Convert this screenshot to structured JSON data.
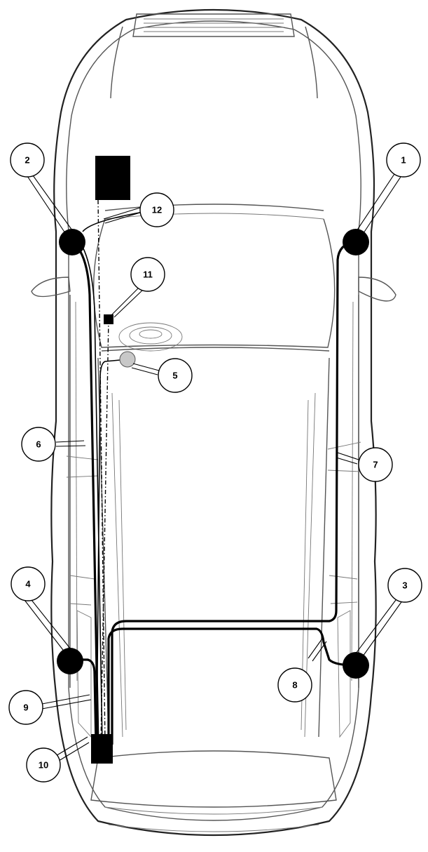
{
  "callouts": {
    "c1": "1",
    "c2": "2",
    "c3": "3",
    "c4": "4",
    "c5": "5",
    "c6": "6",
    "c7": "7",
    "c8": "8",
    "c9": "9",
    "c10": "10",
    "c11": "11",
    "c12": "12"
  },
  "colors": {
    "component_fill": "#000000",
    "sensor_fill": "#c8c8c8",
    "outline": "#555555"
  }
}
